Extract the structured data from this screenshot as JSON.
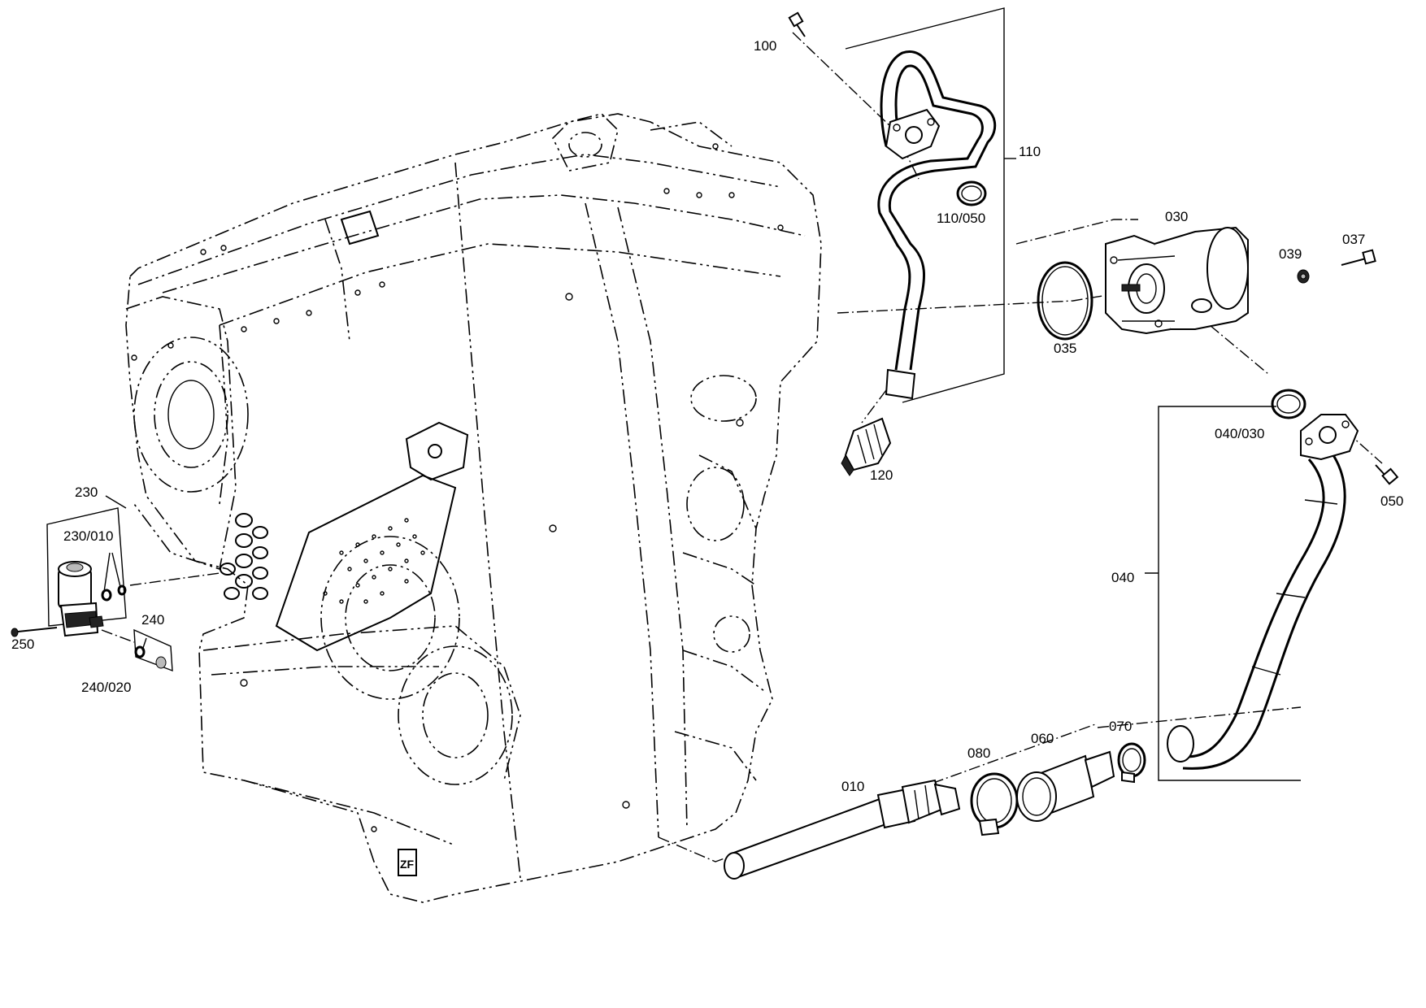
{
  "callouts": {
    "c010": "010",
    "c030": "030",
    "c035": "035",
    "c037": "037",
    "c039": "039",
    "c040": "040",
    "c040_030": "040/030",
    "c050": "050",
    "c060": "060",
    "c070": "070",
    "c080": "080",
    "c100": "100",
    "c110": "110",
    "c110_050": "110/050",
    "c120": "120",
    "c230": "230",
    "c230_010": "230/010",
    "c240": "240",
    "c240_020": "240/020",
    "c250": "250"
  },
  "housing_logo": "ZF"
}
